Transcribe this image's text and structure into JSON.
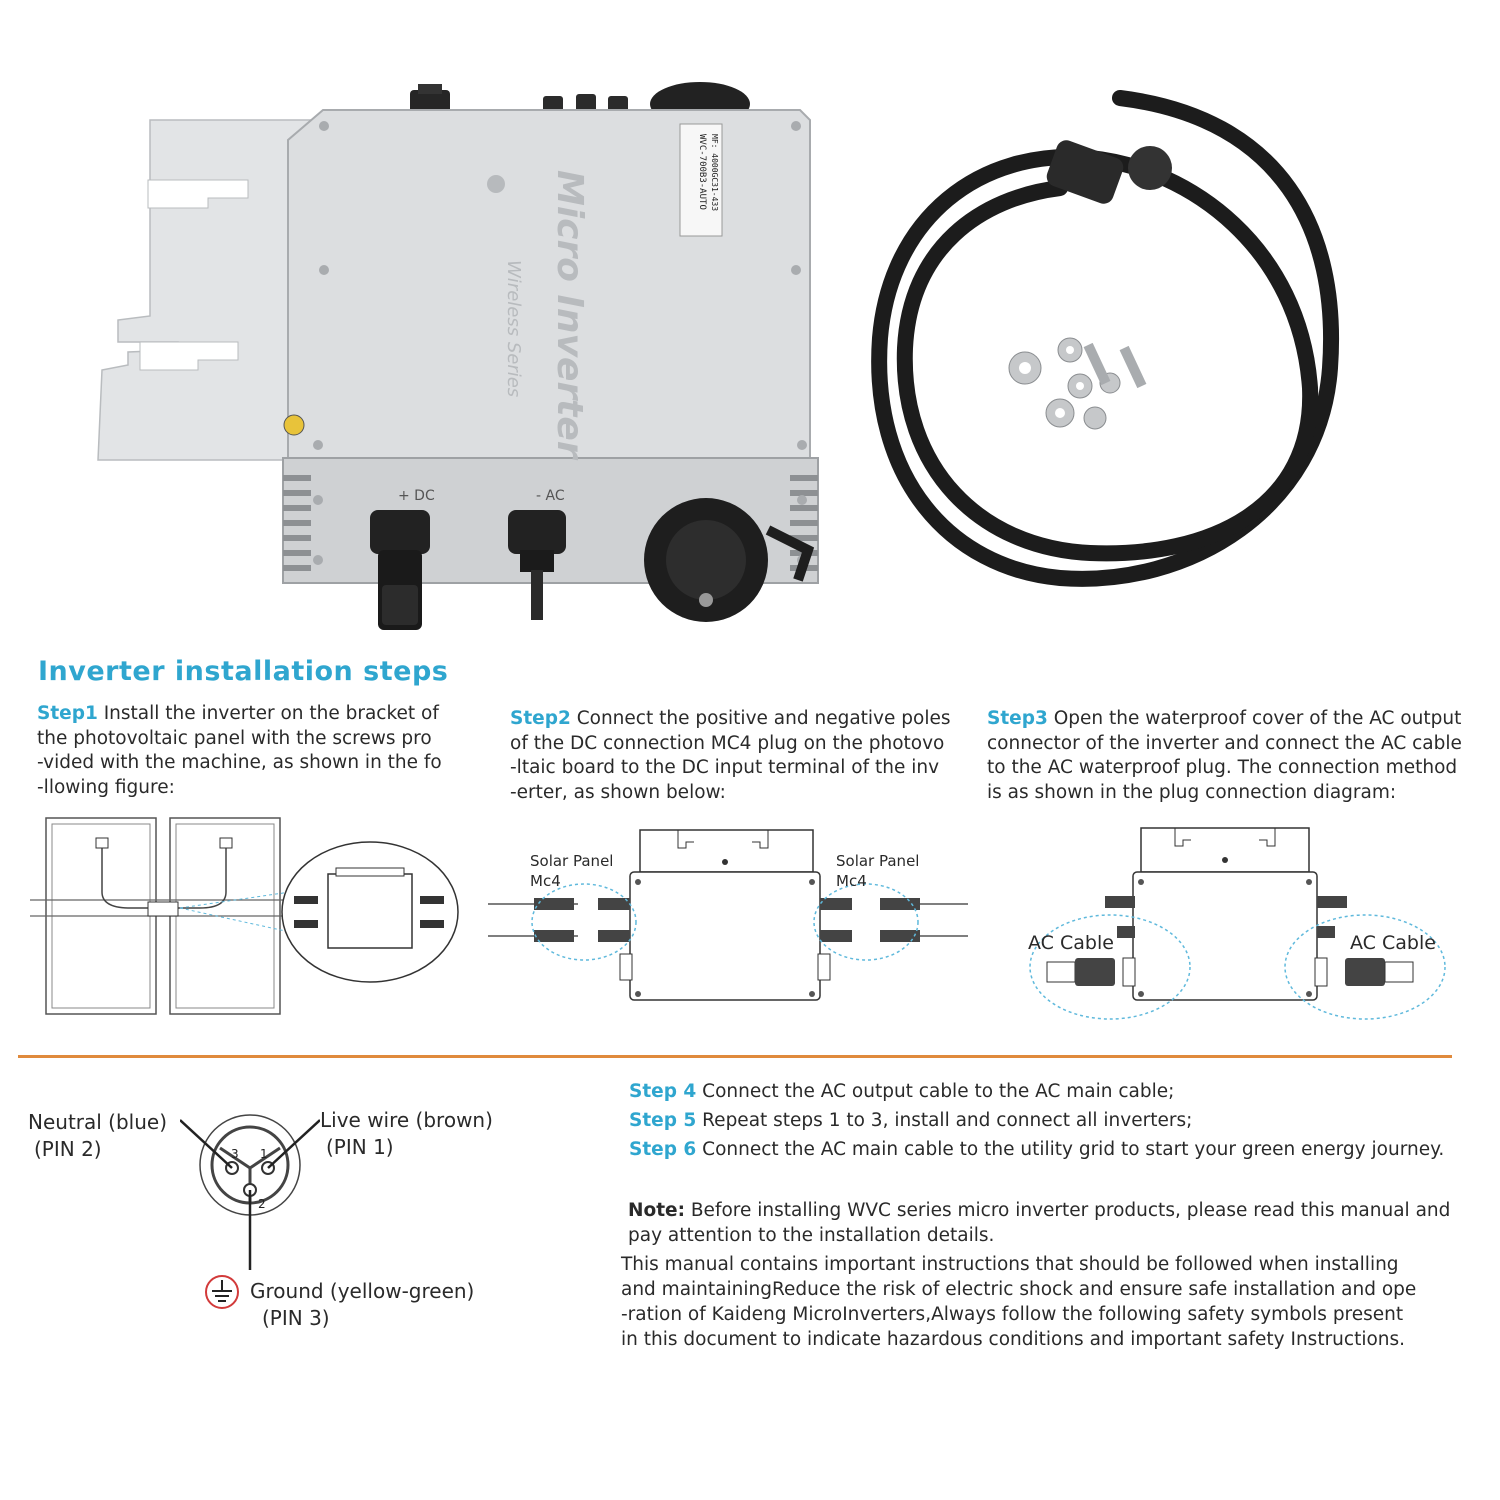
{
  "title": "Inverter installation steps",
  "product_photo": {
    "inverter_label": "Micro Inverter",
    "inverter_sublabel": "Wireless Series",
    "sticker_model": "WVC-700B3-AUTO",
    "sticker_serial": "MF: 4000GC31-433",
    "port_dc": "+ DC",
    "port_ac": "- AC"
  },
  "steps_top": [
    {
      "label": "Step1",
      "text": " Install the inverter on the bracket of\nthe photovoltaic panel with the screws pro\n-vided with the machine, as shown in the fo\n-llowing figure:"
    },
    {
      "label": "Step2",
      "text": " Connect the positive and negative poles\nof the DC connection MC4 plug on the photovo\n-ltaic board to the DC input terminal of the inv\n-erter, as shown below:"
    },
    {
      "label": "Step3",
      "text": " Open the waterproof cover of the AC output\nconnector of the inverter and connect the AC cable\nto the AC waterproof plug. The connection method\nis as shown in the plug connection diagram:"
    }
  ],
  "diagram2": {
    "left_label_1": "Solar Panel",
    "left_label_2": "Mc4",
    "right_label_1": "Solar Panel",
    "right_label_2": "Mc4"
  },
  "diagram3": {
    "left_label": "AC Cable",
    "right_label": "AC Cable"
  },
  "pins": {
    "neutral": "Neutral (blue)",
    "neutral_pin": "(PIN 2)",
    "live": "Live wire (brown)",
    "live_pin": "(PIN 1)",
    "ground": "Ground (yellow-green)",
    "ground_pin": "(PIN 3)",
    "num_1": "1",
    "num_2": "2",
    "num_3": "3"
  },
  "steps_bottom": [
    {
      "label": "Step 4",
      "text": " Connect the AC output cable to the AC main cable;"
    },
    {
      "label": "Step 5",
      "text": " Repeat steps 1 to 3, install and connect all inverters;"
    },
    {
      "label": "Step 6",
      "text": " Connect the AC main cable to the utility grid to start your green energy journey."
    }
  ],
  "note": {
    "label": "Note:",
    "text": " Before installing WVC series micro inverter products, please read this manual and\npay attention to the installation details.",
    "body": "This manual contains important instructions that should be followed when installing\nand maintainingReduce the risk of electric shock and ensure safe installation and ope\n-ration of Kaideng MicroInverters,Always follow the following safety symbols present\nin this document to indicate hazardous conditions and important safety Instructions."
  },
  "colors": {
    "accent": "#2fa6cf",
    "divider": "#e08a3c",
    "text": "#2a2a2a",
    "inverter_silver": "#dcdee0",
    "cable_black": "#1c1c1c"
  }
}
